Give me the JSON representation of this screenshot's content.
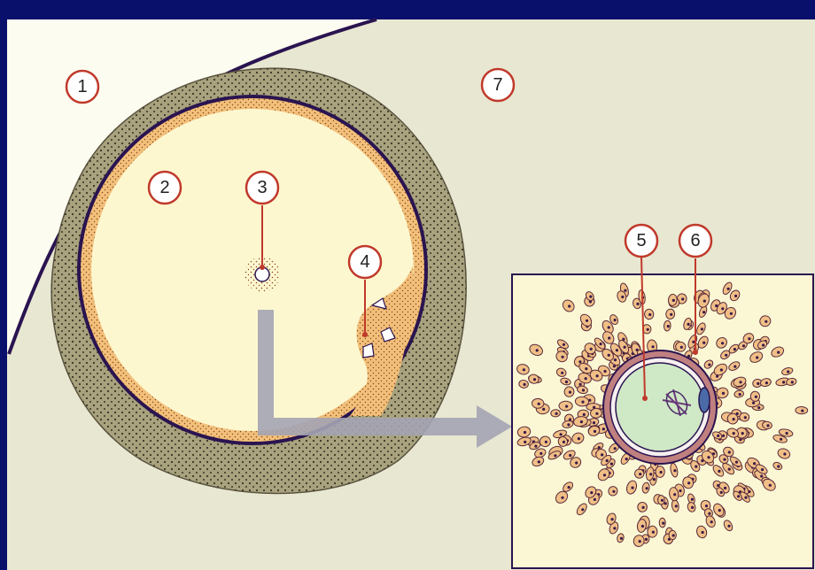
{
  "diagram": {
    "labels": [
      {
        "id": "1",
        "text": "1"
      },
      {
        "id": "2",
        "text": "2"
      },
      {
        "id": "3",
        "text": "3"
      },
      {
        "id": "4",
        "text": "4"
      },
      {
        "id": "5",
        "text": "5"
      },
      {
        "id": "6",
        "text": "6"
      },
      {
        "id": "7",
        "text": "7"
      }
    ],
    "colors": {
      "frame": "#08106b",
      "ovary_stroma": "#e8e7d1",
      "outer_region": "#fdfcf0",
      "theca": "#a8a27e",
      "granulosa": "#f2c07a",
      "antrum": "#fdf7cf",
      "membrane": "#2a1450",
      "label_ring": "#c0392b",
      "arrow": "#a4a4b4",
      "oocyte": "#cfe8c6",
      "zona": "#c08080",
      "corona_cell": "#f0bf86",
      "inset_bg": "#fbf7d4"
    }
  }
}
